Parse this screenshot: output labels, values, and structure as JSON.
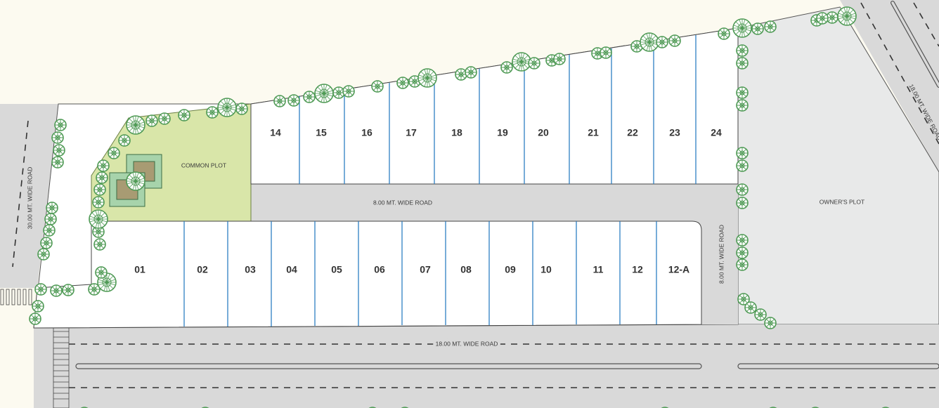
{
  "map": {
    "roads": {
      "main_road": "18.00 MT. WIDE ROAD",
      "inner_road": "8.00 MT. WIDE ROAD",
      "side_road": "8.00 MT. WIDE ROAD",
      "left_road": "30.00 MT. WIDE ROAD",
      "right_road": "18.00 MT. WIDE ROAD"
    },
    "areas": {
      "common_plot": "COMMON PLOT",
      "owners_plot": "OWNER'S PLOT"
    },
    "upper_plots": [
      "14",
      "15",
      "16",
      "17",
      "18",
      "19",
      "20",
      "21",
      "22",
      "23",
      "24"
    ],
    "lower_plots": [
      "01",
      "02",
      "03",
      "04",
      "05",
      "06",
      "07",
      "08",
      "09",
      "10",
      "11",
      "12",
      "12-A"
    ],
    "colors": {
      "background": "#fcfaf0",
      "road": "#d9d9d9",
      "plot_fill": "#ffffff",
      "plot_divider": "#2e7fc2",
      "common_plot": "#d9e6a9",
      "owners_plot": "#e8e9e9",
      "tree": "#5aa85f"
    }
  }
}
